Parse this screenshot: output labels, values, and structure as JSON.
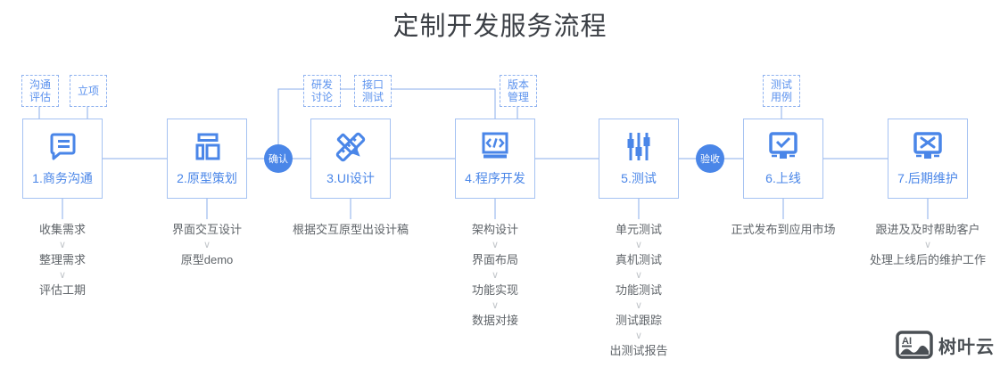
{
  "title": "定制开发服务流程",
  "ui": {
    "chevron": "∨"
  },
  "badges": [
    {
      "label": "确认"
    },
    {
      "label": "验收"
    }
  ],
  "tags": [
    {
      "label": "沟通评估"
    },
    {
      "label": "立项"
    },
    {
      "label": "研发讨论"
    },
    {
      "label": "接口测试"
    },
    {
      "label": "版本管理"
    },
    {
      "label": "测试用例"
    }
  ],
  "steps": [
    {
      "label": "1.商务沟通",
      "icon": "chat-icon",
      "tasks": [
        "收集需求",
        "整理需求",
        "评估工期"
      ]
    },
    {
      "label": "2.原型策划",
      "icon": "prototype-icon",
      "tasks": [
        "界面交互设计",
        "原型demo"
      ]
    },
    {
      "label": "3.UI设计",
      "icon": "ruler-pencil-icon",
      "tasks": [
        "根据交互原型出设计稿"
      ]
    },
    {
      "label": "4.程序开发",
      "icon": "code-icon",
      "tasks": [
        "架构设计",
        "界面布局",
        "功能实现",
        "数据对接"
      ]
    },
    {
      "label": "5.测试",
      "icon": "sliders-icon",
      "tasks": [
        "单元测试",
        "真机测试",
        "功能测试",
        "测试跟踪",
        "出测试报告"
      ]
    },
    {
      "label": "6.上线",
      "icon": "monitor-check-icon",
      "tasks": [
        "正式发布到应用市场"
      ]
    },
    {
      "label": "7.后期维护",
      "icon": "monitor-tools-icon",
      "tasks": [
        "跟进及及时帮助客户",
        "处理上线后的维护工作"
      ]
    }
  ],
  "watermark": {
    "logo_text": "AI",
    "brand": "树叶云"
  },
  "colors": {
    "accent": "#4a86e8",
    "box_border": "#a5c2f2",
    "line": "#8aaceb",
    "dashed_border": "#8fb2f0",
    "dashed_text": "#5b92ee",
    "task_text": "#5f6469",
    "title_text": "#3c4046",
    "watermark": "#4a4f54"
  }
}
